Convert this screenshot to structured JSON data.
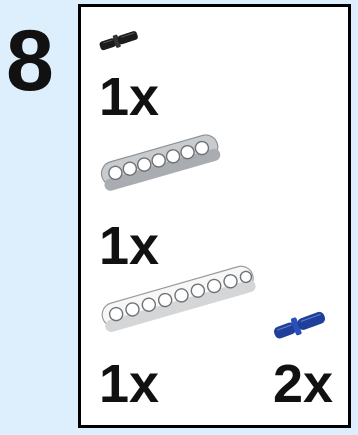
{
  "step": {
    "number": "8"
  },
  "parts": [
    {
      "icon": "black-axle-pin-icon",
      "quantity": "1x"
    },
    {
      "icon": "gray-beam-7-icon",
      "quantity": "1x"
    },
    {
      "icon": "white-beam-9-icon",
      "quantity": "1x"
    },
    {
      "icon": "blue-axle-pin-icon",
      "quantity": "2x"
    }
  ],
  "colors": {
    "background": "#ddeefc",
    "box": "#ffffff",
    "black_pin": "#1b1b1b",
    "gray_beam": "#c9cccf",
    "white_beam": "#f7f7f7",
    "blue_pin": "#1f3f9a"
  }
}
